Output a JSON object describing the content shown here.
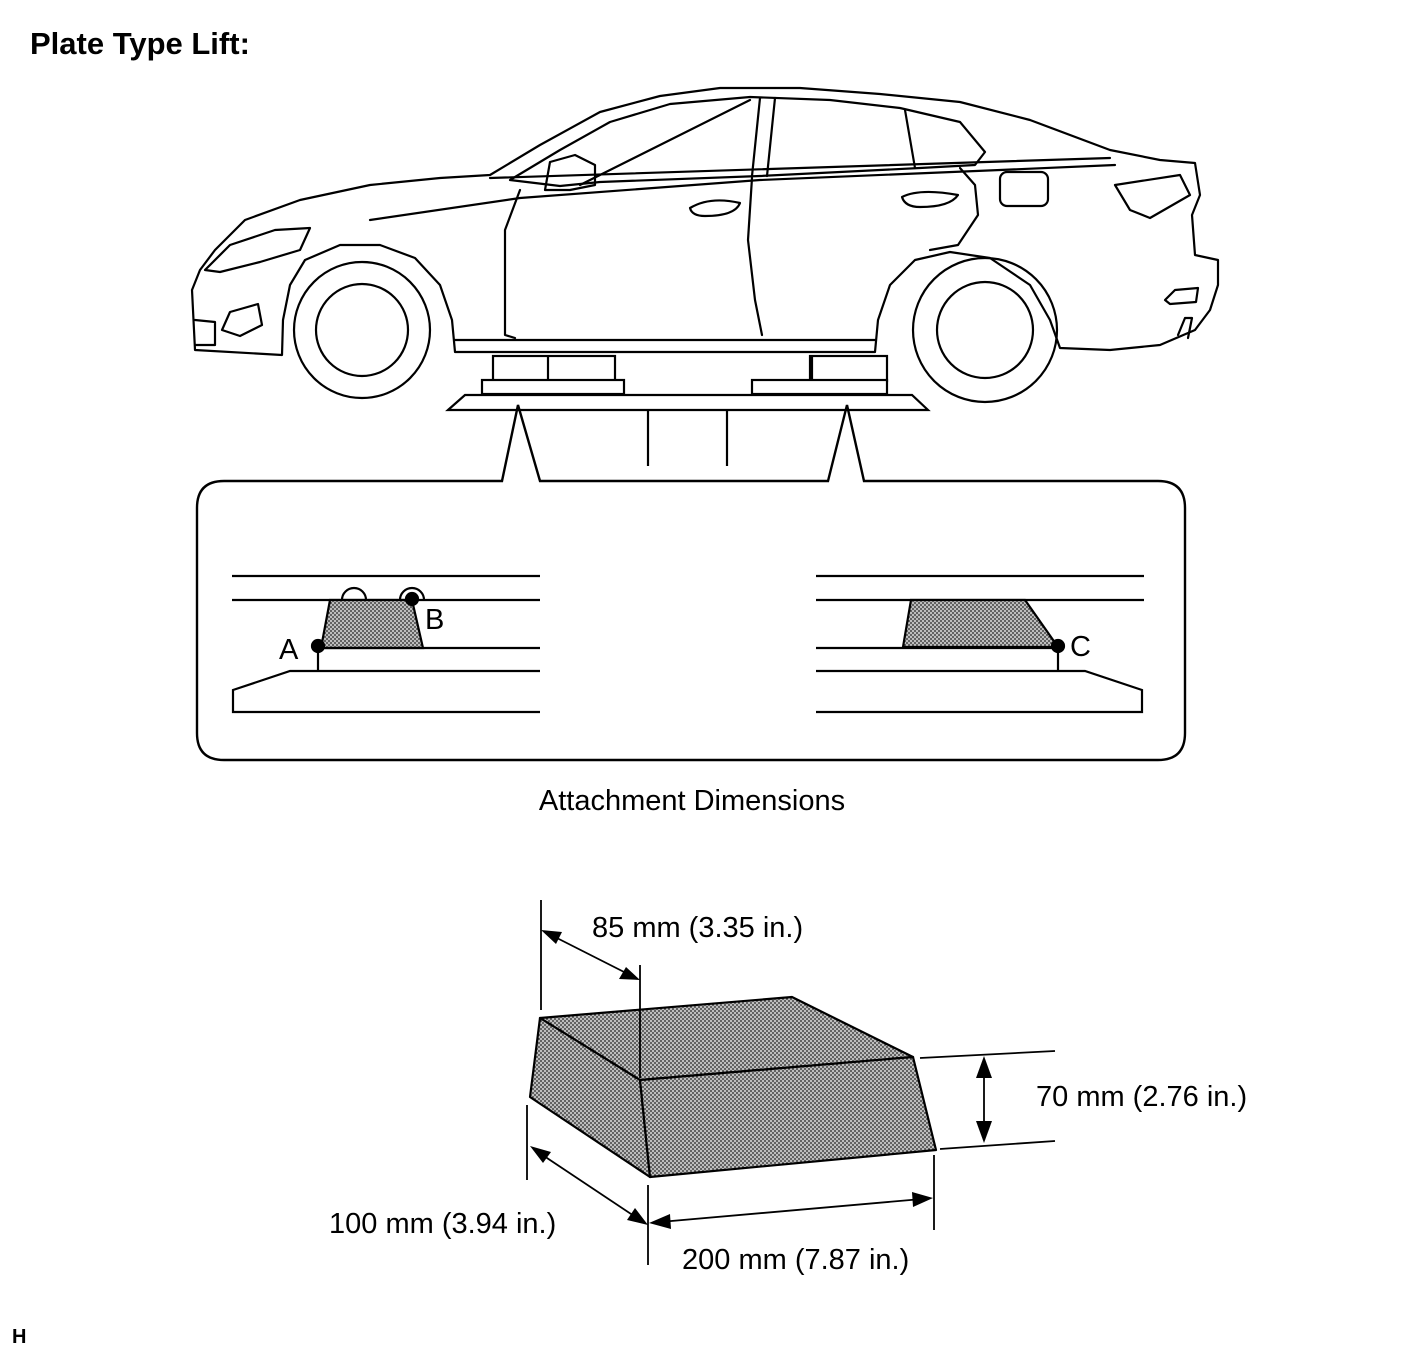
{
  "title": "Plate Type Lift:",
  "figure_id": "H",
  "detail": {
    "point_a": "A",
    "point_b": "B",
    "point_c": "C"
  },
  "attachment": {
    "heading": "Attachment Dimensions",
    "dim_top_width": "85 mm (3.35 in.)",
    "dim_height": "70 mm (2.76 in.)",
    "dim_depth": "100 mm (3.94 in.)",
    "dim_length": "200 mm (7.87 in.)"
  },
  "colors": {
    "ink": "#000000",
    "paper": "#ffffff",
    "hatch": "#888888"
  }
}
